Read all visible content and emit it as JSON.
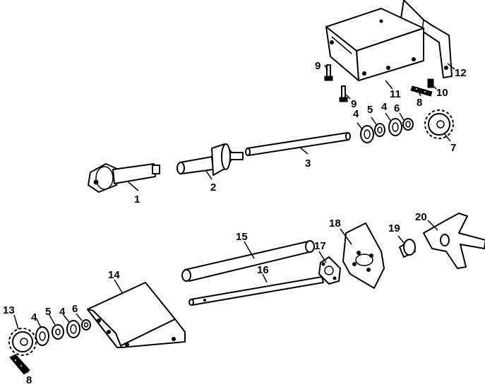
{
  "colors": {
    "line": "#000000",
    "fill": "#ffffff"
  },
  "callouts": {
    "c1": "1",
    "c2": "2",
    "c3": "3",
    "c4a": "4",
    "c4b": "4",
    "c5": "5",
    "c6": "6",
    "c7": "7",
    "c8": "8",
    "c9a": "9",
    "c9b": "9",
    "c10": "10",
    "c11": "11",
    "c12": "12",
    "c13": "13",
    "c4c": "4",
    "c5b": "5",
    "c4d": "4",
    "c6b": "6",
    "c8b": "8",
    "c14": "14",
    "c15": "15",
    "c16": "16",
    "c17": "17",
    "c18": "18",
    "c19": "19",
    "c20": "20"
  }
}
